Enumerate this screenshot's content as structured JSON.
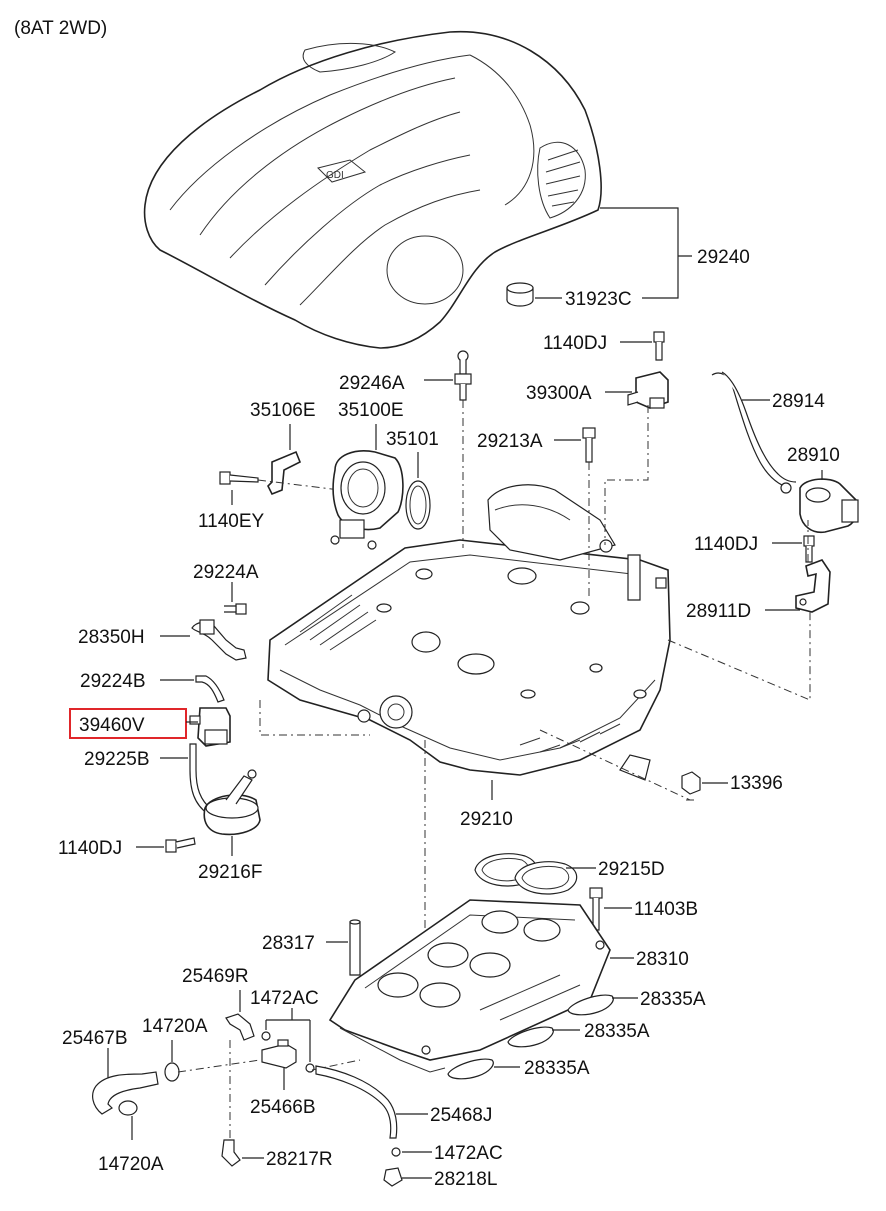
{
  "header": {
    "variant": "(8AT 2WD)"
  },
  "highlight": {
    "color": "#e0262a",
    "part": "39460V"
  },
  "labels": {
    "p29240": "29240",
    "p31923C": "31923C",
    "p1140DJ_top": "1140DJ",
    "p39300A": "39300A",
    "p28914": "28914",
    "p29246A": "29246A",
    "p35106E": "35106E",
    "p35100E": "35100E",
    "p35101": "35101",
    "p29213A": "29213A",
    "p28910": "28910",
    "p1140EY": "1140EY",
    "p1140DJ_right": "1140DJ",
    "p29224A": "29224A",
    "p28911D": "28911D",
    "p28350H": "28350H",
    "p29224B": "29224B",
    "p39460V": "39460V",
    "p29225B": "29225B",
    "p13396": "13396",
    "p29210": "29210",
    "p1140DJ_left": "1140DJ",
    "p29216F": "29216F",
    "p29215D": "29215D",
    "p11403B": "11403B",
    "p28317": "28317",
    "p28310": "28310",
    "p25469R": "25469R",
    "p1472AC_top": "1472AC",
    "p28335A_1": "28335A",
    "p14720A_top": "14720A",
    "p28335A_2": "28335A",
    "p25467B": "25467B",
    "p28335A_3": "28335A",
    "p25466B": "25466B",
    "p25468J": "25468J",
    "p1472AC_bot": "1472AC",
    "p14720A_bot": "14720A",
    "p28217R": "28217R",
    "p28218L": "28218L"
  }
}
